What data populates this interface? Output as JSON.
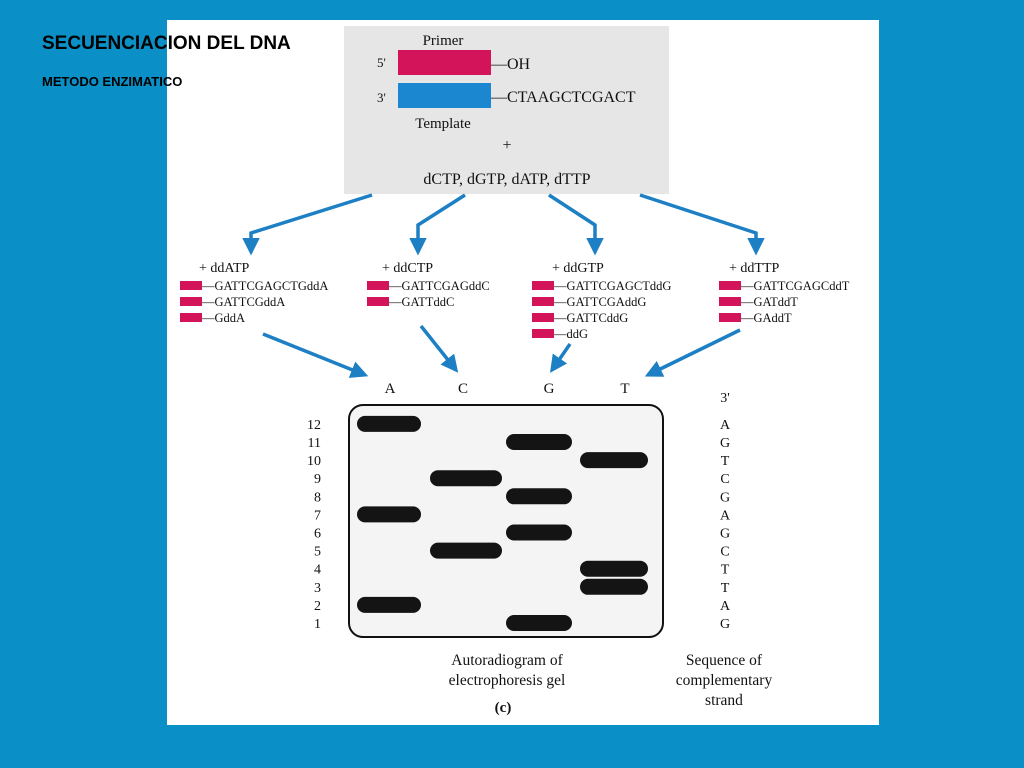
{
  "slide": {
    "title": "SECUENCIACION DEL DNA",
    "subtitle": "METODO ENZIMATICO"
  },
  "colors": {
    "background": "#0a8fc6",
    "primer": "#d4145a",
    "template": "#1b87d0",
    "reaction_box": "#e6e6e6",
    "arrow": "#1d7fc4"
  },
  "reaction": {
    "primer_label": "Primer",
    "five_prime": "5'",
    "three_prime": "3'",
    "primer_end": "—OH",
    "template_seq": "—CTAAGCTCGACT",
    "template_label": "Template",
    "plus": "+",
    "dntps": "dCTP, dGTP, dATP, dTTP"
  },
  "lanes": [
    {
      "dd_label": "+ ddATP",
      "fragments": [
        "—GATTCGAGCTGddA",
        "—GATTCGddA",
        "—GddA"
      ]
    },
    {
      "dd_label": "+ ddCTP",
      "fragments": [
        "—GATTCGAGddC",
        "—GATTddC"
      ]
    },
    {
      "dd_label": "+ ddGTP",
      "fragments": [
        "—GATTCGAGCTddG",
        "—GATTCGAddG",
        "—GATTCddG",
        "—ddG"
      ]
    },
    {
      "dd_label": "+ ddTTP",
      "fragments": [
        "—GATTCGAGCddT",
        "—GATddT",
        "—GAddT"
      ]
    }
  ],
  "gel": {
    "lane_letters": [
      "A",
      "C",
      "G",
      "T"
    ],
    "row_numbers": [
      "12",
      "11",
      "10",
      "9",
      "8",
      "7",
      "6",
      "5",
      "4",
      "3",
      "2",
      "1"
    ],
    "bands": [
      {
        "lane": "A",
        "positions": [
          12,
          7,
          2
        ]
      },
      {
        "lane": "C",
        "positions": [
          9,
          5
        ]
      },
      {
        "lane": "G",
        "positions": [
          11,
          8,
          6,
          1
        ]
      },
      {
        "lane": "T",
        "positions": [
          10,
          4,
          3
        ]
      }
    ],
    "caption_line1": "Autoradiogram of",
    "caption_line2": "electrophoresis gel"
  },
  "sequence": {
    "header": "3'",
    "bases": [
      "A",
      "G",
      "T",
      "C",
      "G",
      "A",
      "G",
      "C",
      "T",
      "T",
      "A",
      "G"
    ],
    "caption_line1": "Sequence of",
    "caption_line2": "complementary",
    "caption_line3": "strand"
  },
  "panel_label": "(c)"
}
